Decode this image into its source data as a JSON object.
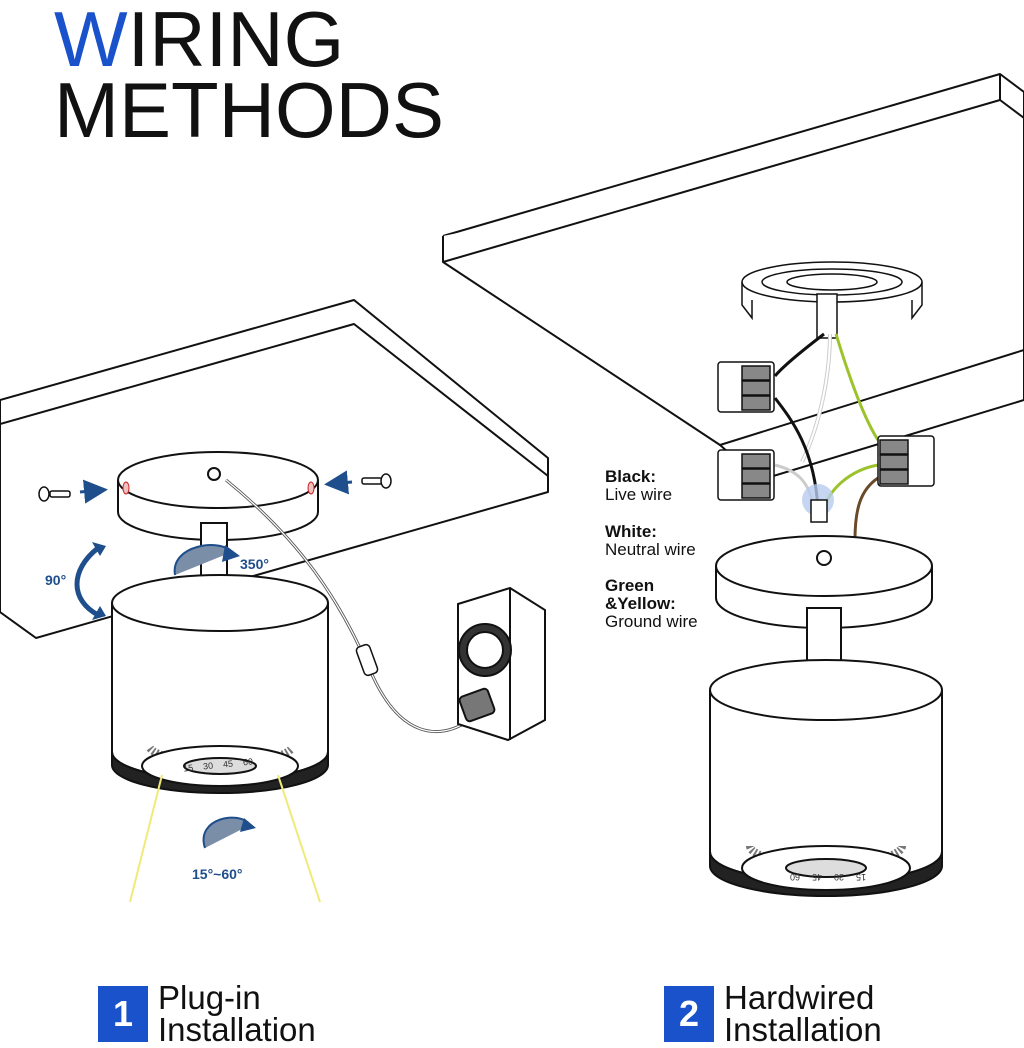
{
  "title": {
    "accent": "W",
    "rest_line1": "IRING",
    "line2": "METHODS"
  },
  "colors": {
    "accent": "#1a52cc",
    "arrow": "#1f4e8c",
    "ground_wire": "#9cc32c",
    "neutral_wire": "#ffffff",
    "live_wire": "#111111",
    "brown_wire": "#6b4a2a",
    "beam": "#f3f08a"
  },
  "angles": {
    "tilt": "90°",
    "rotate": "350°",
    "beam": "15°~60°"
  },
  "legend": [
    {
      "key": "Black:",
      "value": "Live wire"
    },
    {
      "key": "White:",
      "value": "Neutral wire"
    },
    {
      "key": "Green &Yellow:",
      "value": "Ground wire"
    }
  ],
  "knob_ticks": [
    "15",
    "30",
    "45",
    "60"
  ],
  "methods": [
    {
      "number": "1",
      "line1": "Plug-in",
      "line2": "Installation"
    },
    {
      "number": "2",
      "line1": "Hardwired",
      "line2": "Installation"
    }
  ]
}
